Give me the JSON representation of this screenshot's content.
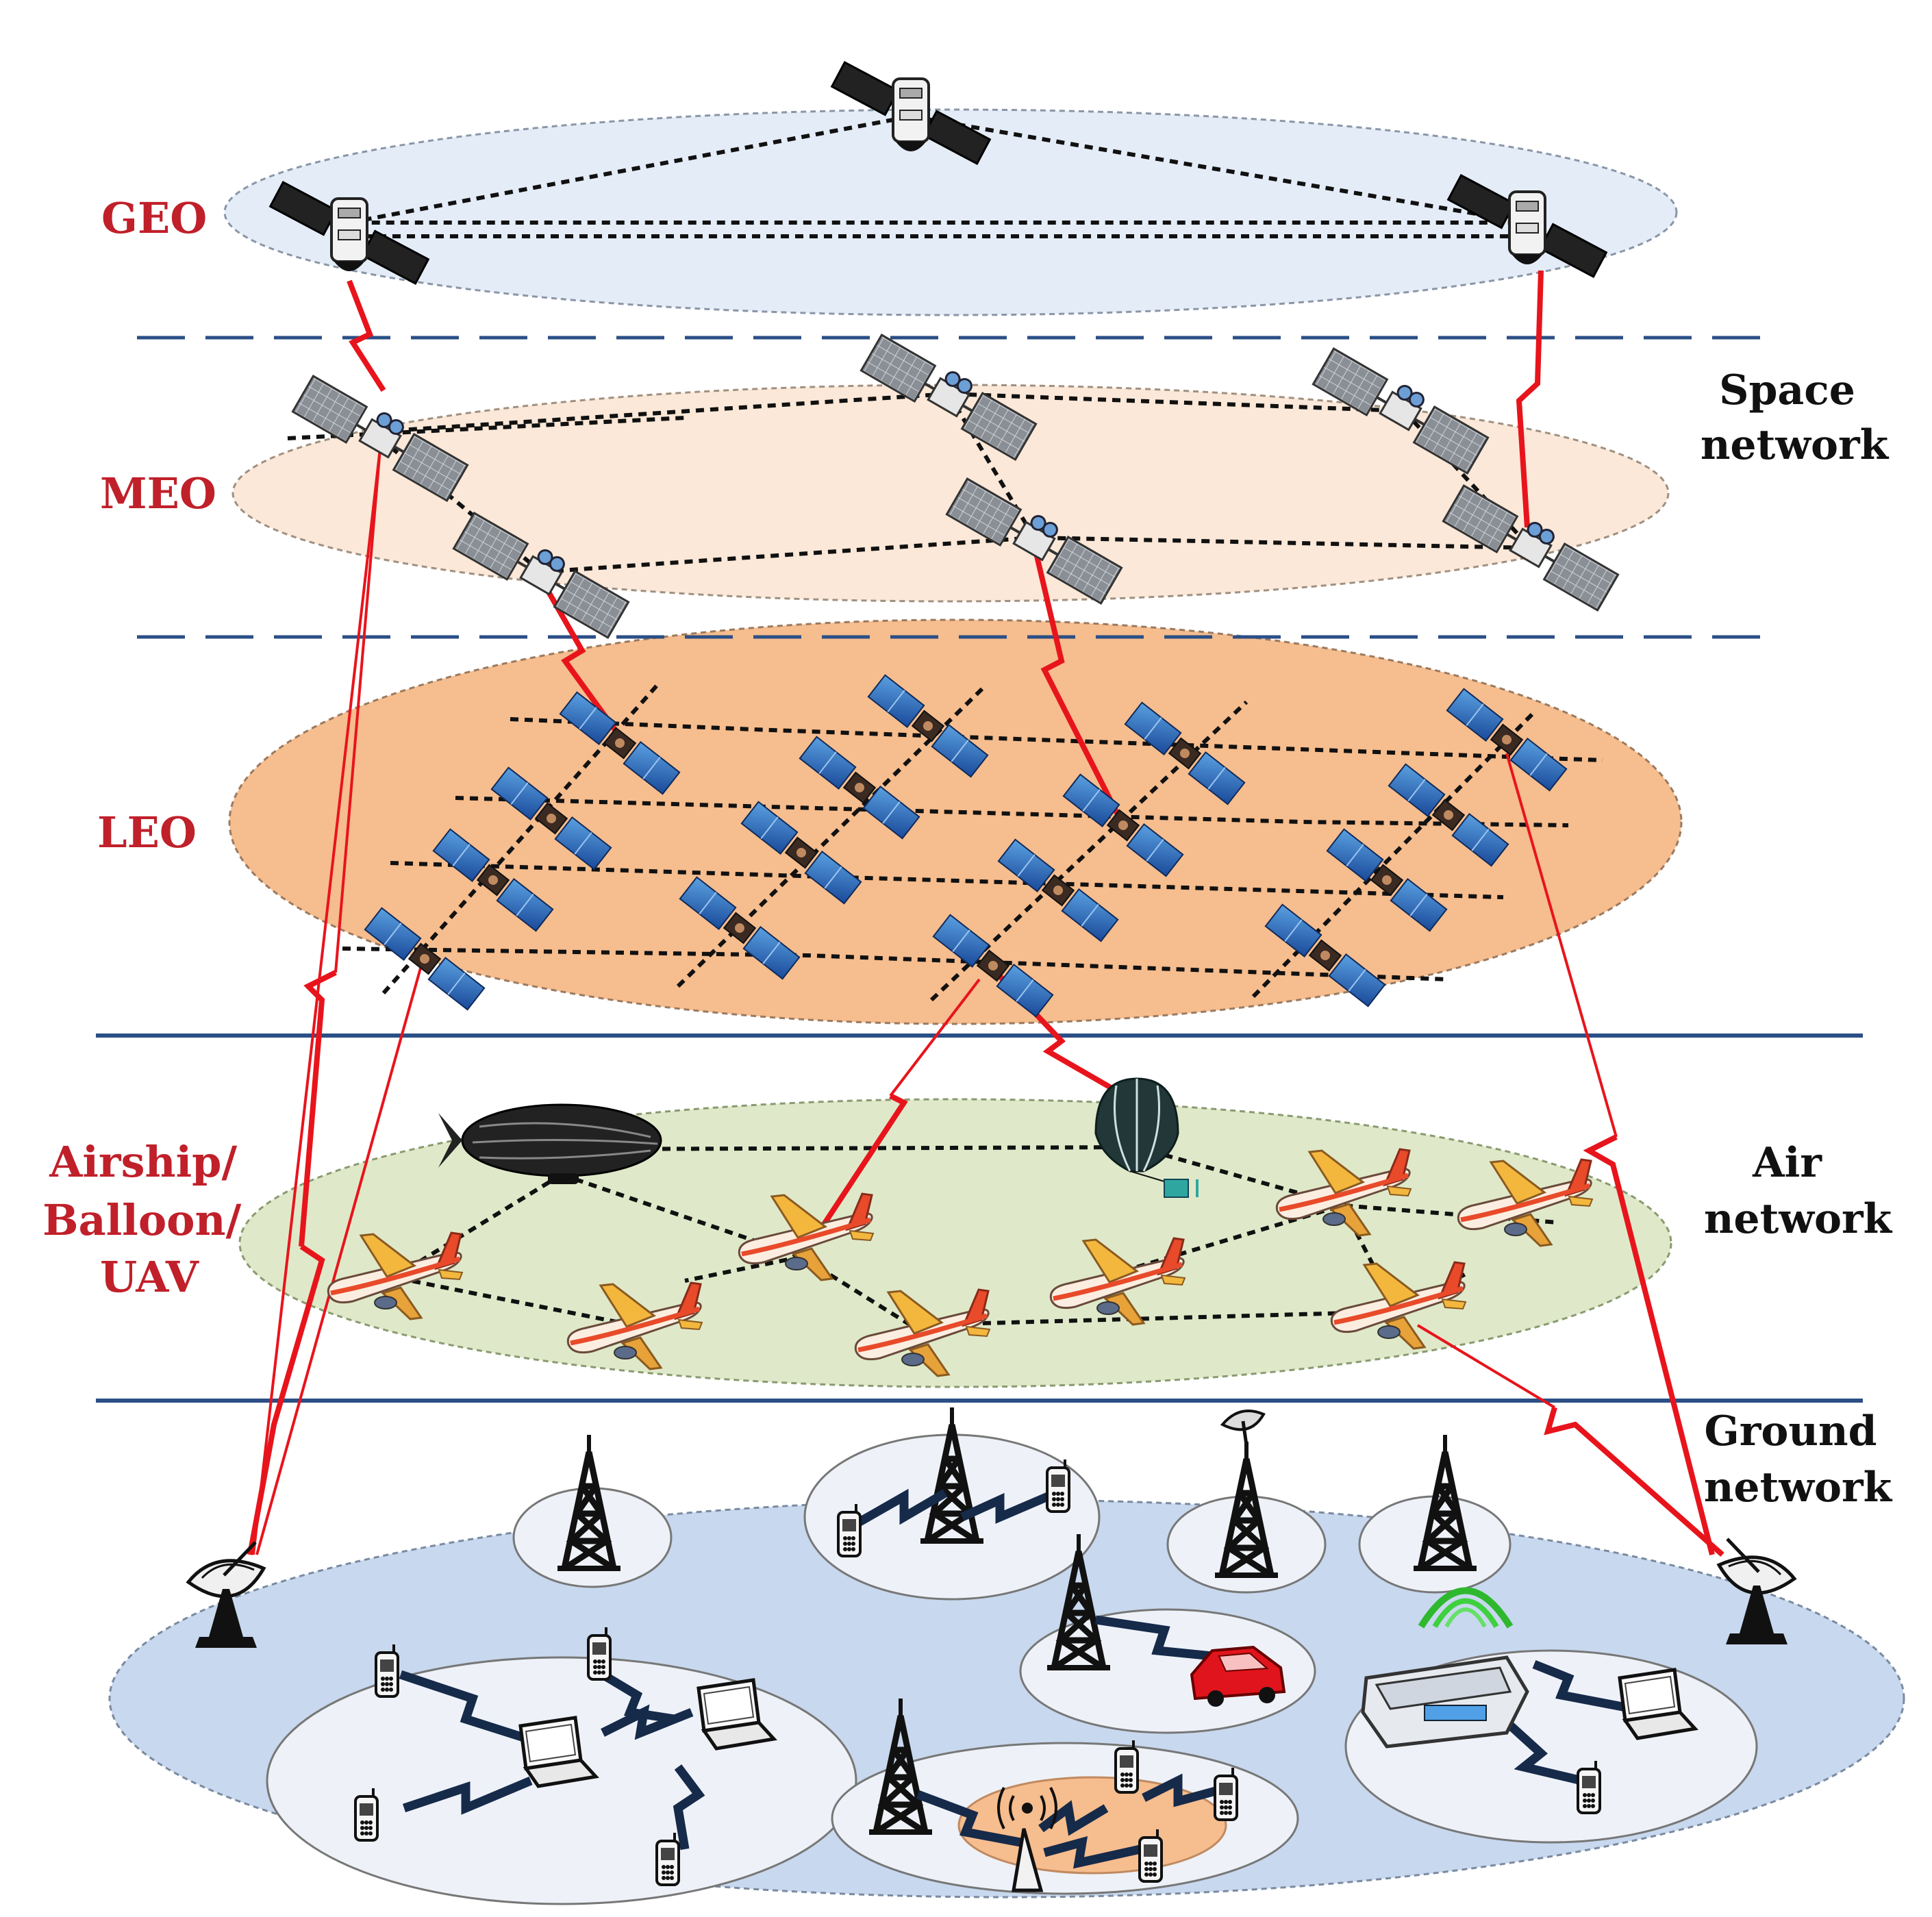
{
  "layers": {
    "geo": "GEO",
    "meo": "MEO",
    "leo": "LEO",
    "air": [
      "Airship/",
      "Balloon/",
      "UAV"
    ]
  },
  "networks": {
    "space": [
      "Space",
      "network"
    ],
    "air": [
      "Air",
      "network"
    ],
    "ground": [
      "Ground",
      "network"
    ]
  },
  "colors": {
    "layer_label": "#c0202a",
    "link": "#e8141c",
    "geo_plane": "#e4ecf7",
    "meo_plane": "#fbe8d8",
    "leo_plane": "#f6bd8e",
    "air_plane": "#dfe9c9",
    "ground_plane": "#c8d8ee",
    "separator": "#2b4f86"
  },
  "icons": [
    "satellite-icon",
    "airship-icon",
    "balloon-icon",
    "airplane-icon",
    "cell-tower-icon",
    "phone-icon",
    "laptop-icon",
    "car-icon",
    "router-icon",
    "ground-station-icon",
    "access-point-icon"
  ]
}
